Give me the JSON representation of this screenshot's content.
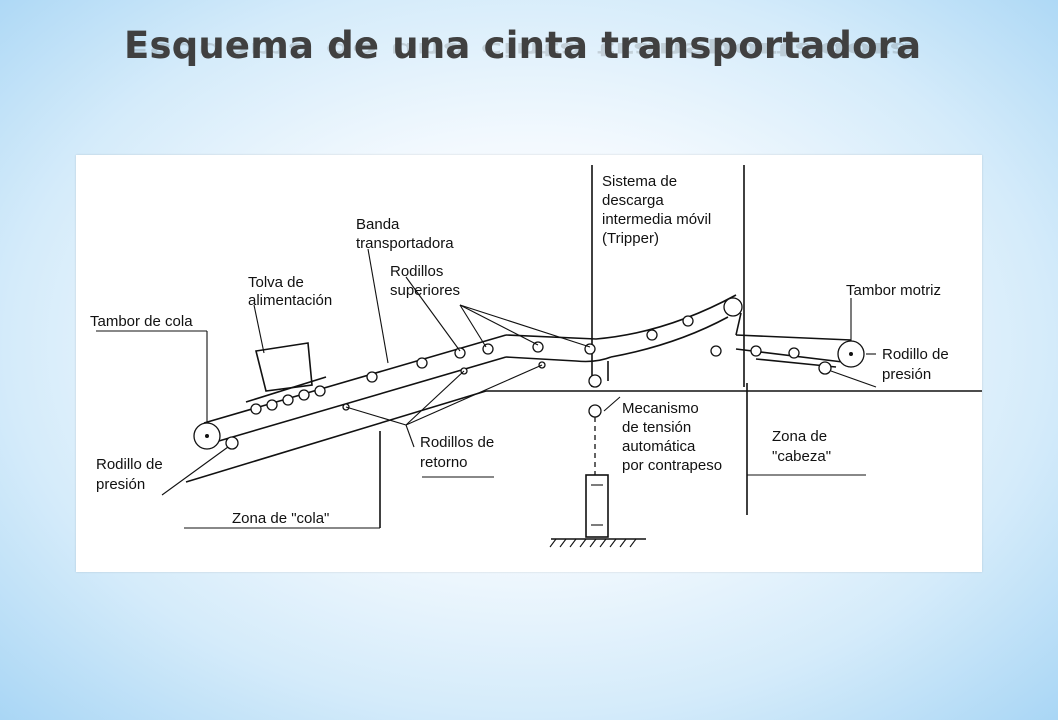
{
  "slide": {
    "title": "Esquema de una cinta transportadora"
  },
  "diagram": {
    "labels": {
      "banda_l1": "Banda",
      "banda_l2": "transportadora",
      "tolva_l1": "Tolva de",
      "tolva_l2": "alimentación",
      "rod_sup_l1": "Rodillos",
      "rod_sup_l2": "superiores",
      "tambor_cola": "Tambor de cola",
      "rod_pres_izq_l1": "Rodillo de",
      "rod_pres_izq_l2": "presión",
      "rod_ret_l1": "Rodillos de",
      "rod_ret_l2": "retorno",
      "zona_cola": "Zona de \"cola\"",
      "sistema_l1": "Sistema de",
      "sistema_l2": "descarga",
      "sistema_l3": "intermedia móvil",
      "sistema_l4": "(Tripper)",
      "tambor_motriz": "Tambor motriz",
      "rod_pres_der_l1": "Rodillo de",
      "rod_pres_der_l2": "presión",
      "mecanismo_l1": "Mecanismo",
      "mecanismo_l2": "de tensión",
      "mecanismo_l3": "automática",
      "mecanismo_l4": "por contrapeso",
      "zona_cabeza_l1": "Zona de",
      "zona_cabeza_l2": "\"cabeza\""
    }
  }
}
